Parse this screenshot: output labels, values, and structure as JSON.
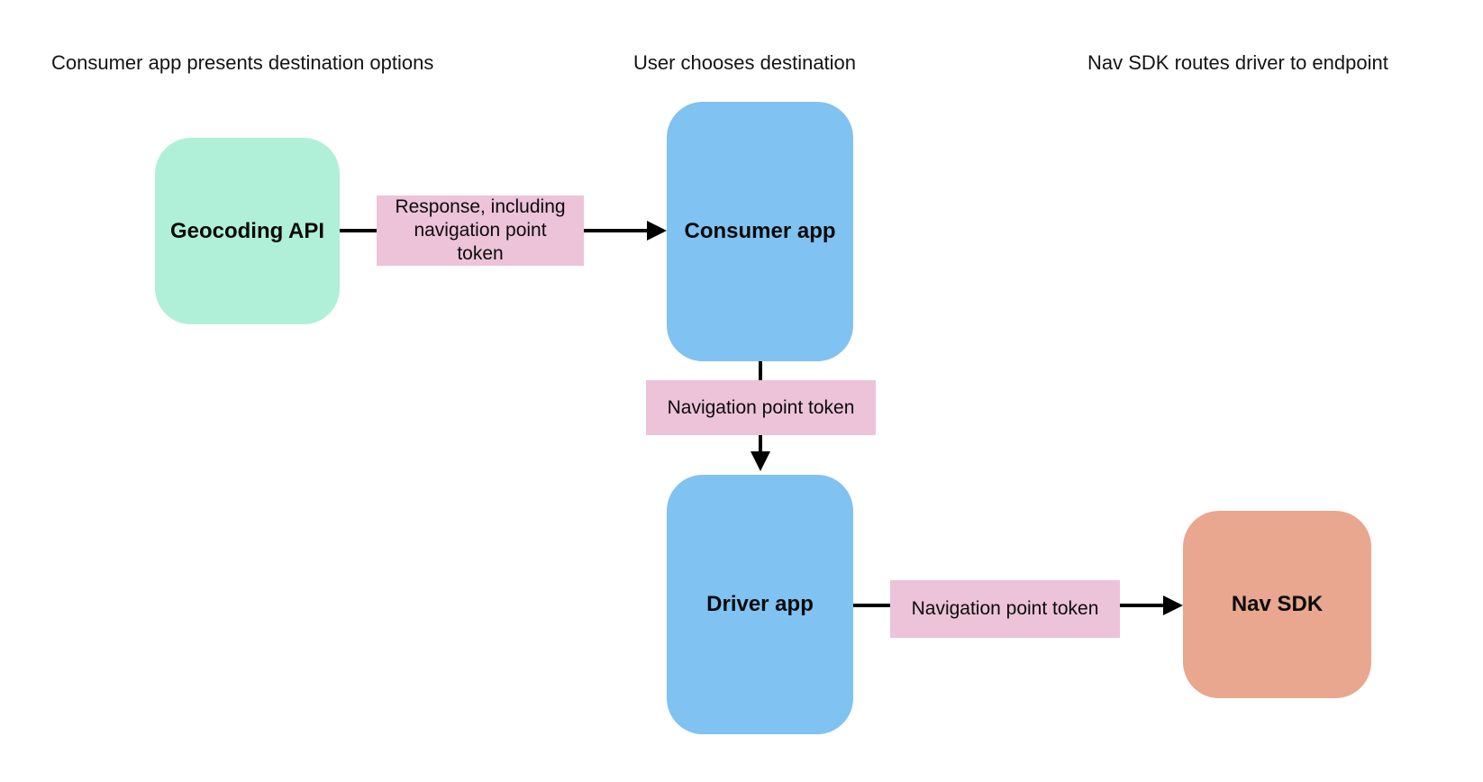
{
  "canvas": {
    "background": "#ffffff",
    "connector_color": "#000000",
    "text_color": "#0d0d0d"
  },
  "headers": [
    {
      "label": "Consumer app presents destination options"
    },
    {
      "label": "User chooses destination"
    },
    {
      "label": "Nav SDK routes driver to endpoint"
    }
  ],
  "nodes": {
    "geocoding_api": {
      "label": "Geocoding API",
      "fill": "#b0f0d8"
    },
    "consumer_app": {
      "label": "Consumer app",
      "fill": "#80c2f1"
    },
    "driver_app": {
      "label": "Driver app",
      "fill": "#80c2f1"
    },
    "nav_sdk": {
      "label": "Nav SDK",
      "fill": "#e8a78e"
    }
  },
  "edge_labels": {
    "response": {
      "label": "Response, including\nnavigation point\ntoken",
      "fill": "#ecc3d9"
    },
    "token_consumer_to_driver": {
      "label": "Navigation point token",
      "fill": "#ecc3d9"
    },
    "token_driver_to_navsdk": {
      "label": "Navigation point token",
      "fill": "#ecc3d9"
    }
  }
}
